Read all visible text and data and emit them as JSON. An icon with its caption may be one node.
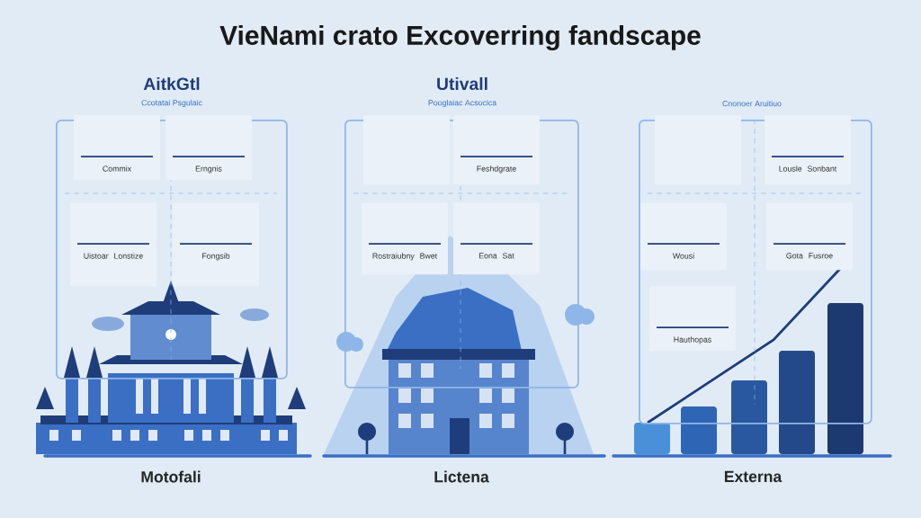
{
  "diagram": {
    "title": "VieNami crato Excoverring fandscape",
    "nodes": [
      {
        "text": [
          "AitkGtl",
          "Ccotatai Psgulaic"
        ]
      },
      {
        "text": [
          "Commix"
        ],
        "in": 0
      },
      {
        "text": [
          "Erngnis"
        ],
        "in": 0
      },
      {
        "text": [
          "Uistoar Lonstize"
        ],
        "in": 0
      },
      {
        "text": [
          "Fongsib"
        ],
        "in": 0
      },
      {
        "text": [
          "Utivall",
          "Pooglaiac Acsocica"
        ]
      },
      {
        "text": [],
        "shape": "box",
        "in": 5
      },
      {
        "text": [
          "Feshdgrate"
        ],
        "in": 5
      },
      {
        "text": [
          "Rostraiubny Bwet"
        ],
        "in": 5
      },
      {
        "text": [
          "Eona Sat"
        ],
        "in": 5
      },
      {
        "text": [
          "Cnonoer Aruitiuo"
        ]
      },
      {
        "text": [],
        "shape": "box",
        "in": 10
      },
      {
        "text": [
          "Lousle Sonbant"
        ],
        "in": 10
      },
      {
        "text": [
          "Wousi"
        ],
        "in": 10
      },
      {
        "text": [
          "Gota Fusroe"
        ],
        "in": 10
      },
      {
        "text": [
          "Hauthopas"
        ],
        "in": 10
      }
    ],
    "labels": [
      "Motofali",
      "Lictena",
      "Externa"
    ]
  }
}
